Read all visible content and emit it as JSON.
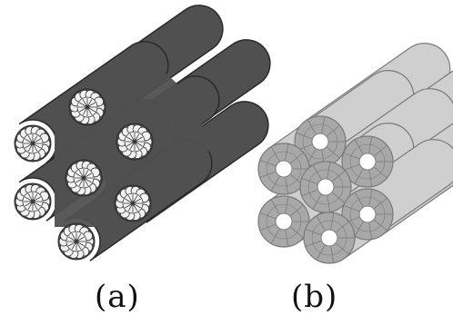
{
  "panels": [
    {
      "id": "a",
      "label": "(a)"
    },
    {
      "id": "b",
      "label": "(b)"
    }
  ],
  "colors": {
    "panel_a_rod_fill": "#505050",
    "panel_a_rod_edge": "#2a2a2a",
    "panel_a_pore_fill": "#f2f2f2",
    "panel_a_pore_spokes": "#3a3a3a",
    "panel_b_rod_fill": "#cfcfcf",
    "panel_b_rod_edge": "#7a7a7a",
    "panel_b_wall_fill": "#a8a8a8",
    "panel_b_pore_fill": "#ffffff",
    "label_text": "#111111"
  }
}
